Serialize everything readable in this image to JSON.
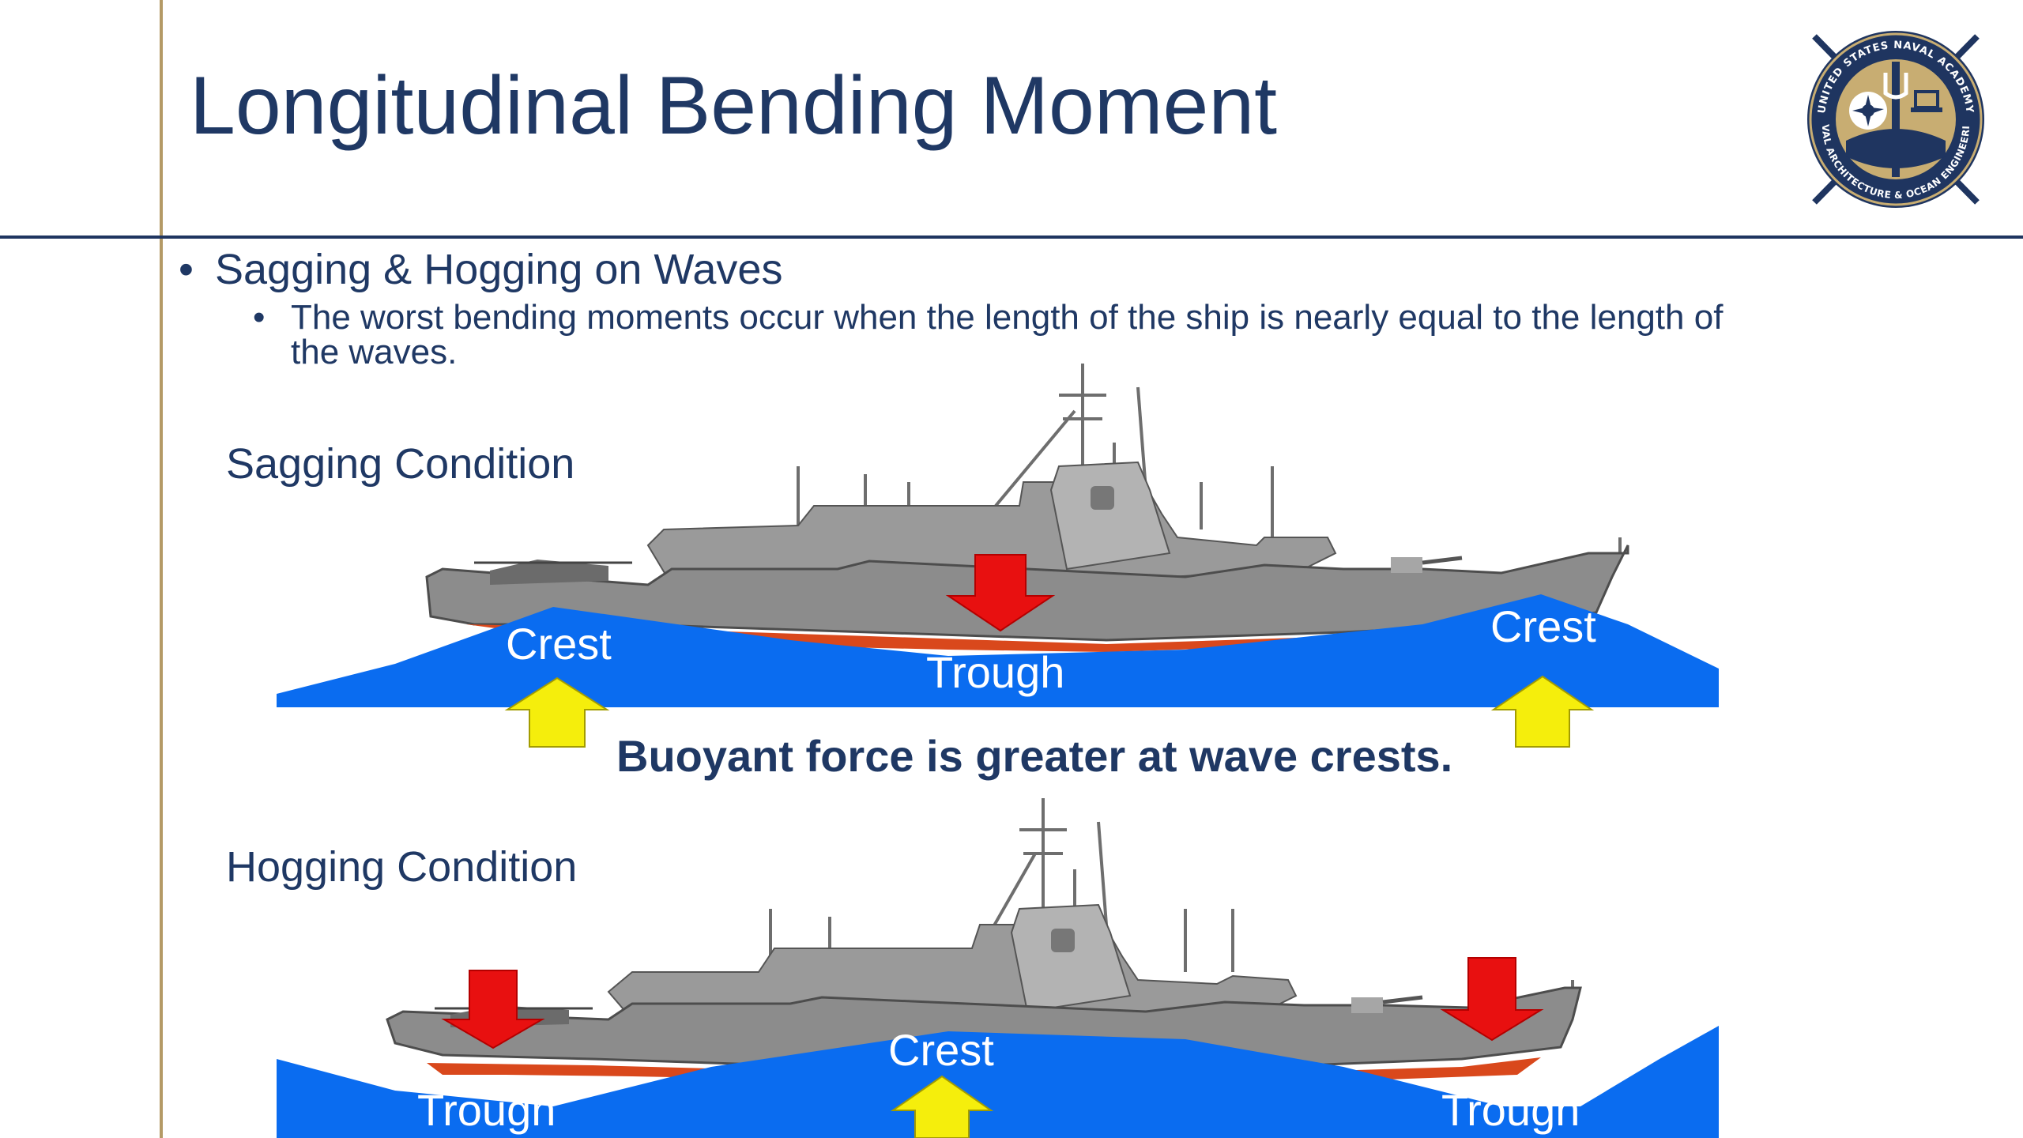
{
  "slide": {
    "title": "Longitudinal Bending Moment",
    "bullet_main": "Sagging & Hogging on Waves",
    "bullet_sub": "The worst bending moments occur when the length of the ship is nearly equal to the length of the waves.",
    "bullet_glyph": "•"
  },
  "sagging": {
    "label": "Sagging Condition",
    "crest_left": "Crest",
    "trough": "Trough",
    "crest_right": "Crest"
  },
  "buoyancy_note": "Buoyant force is greater at wave crests.",
  "hogging": {
    "label": "Hogging Condition",
    "trough_left": "Trough",
    "crest": "Crest",
    "trough_right": "Trough"
  },
  "logo": {
    "ring_text_top": "UNITED STATES NAVAL ACADEMY",
    "ring_text_bottom": "NAVAL ARCHITECTURE & OCEAN ENGINEERING"
  },
  "colors": {
    "title_navy": "#1f3864",
    "gold": "#b49a66",
    "water_blue": "#0a6cf0",
    "hull_red": "#d9481c",
    "ship_gray": "#8c8c8c",
    "arrow_red": "#e81010",
    "arrow_yellow": "#f5ee0c"
  }
}
